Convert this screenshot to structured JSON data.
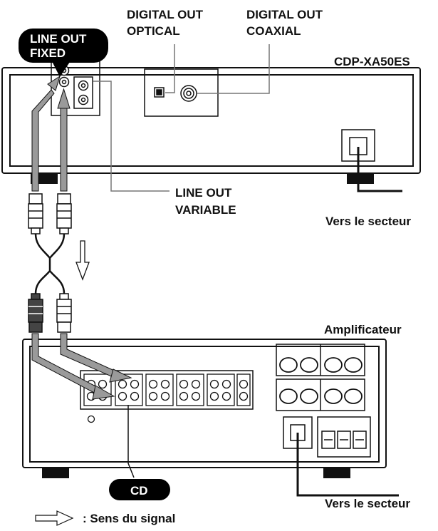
{
  "labels": {
    "digital_out_optical_line1": "DIGITAL OUT",
    "digital_out_optical_line2": "OPTICAL",
    "digital_out_coaxial_line1": "DIGITAL OUT",
    "digital_out_coaxial_line2": "COAXIAL",
    "line_out_fixed_line1": "LINE OUT",
    "line_out_fixed_line2": "FIXED",
    "model": "CDP-XA50ES",
    "line_out_variable_line1": "LINE OUT",
    "line_out_variable_line2": "VARIABLE",
    "mains_top": "Vers le secteur",
    "amplifier": "Amplificateur",
    "cd": "CD",
    "mains_bottom": "Vers le secteur",
    "legend": ": Sens du signal"
  },
  "colors": {
    "stroke": "#111111",
    "arrow_gray": "#9a9a9a",
    "plug_dark": "#444444",
    "pill_bg": "#000000"
  }
}
